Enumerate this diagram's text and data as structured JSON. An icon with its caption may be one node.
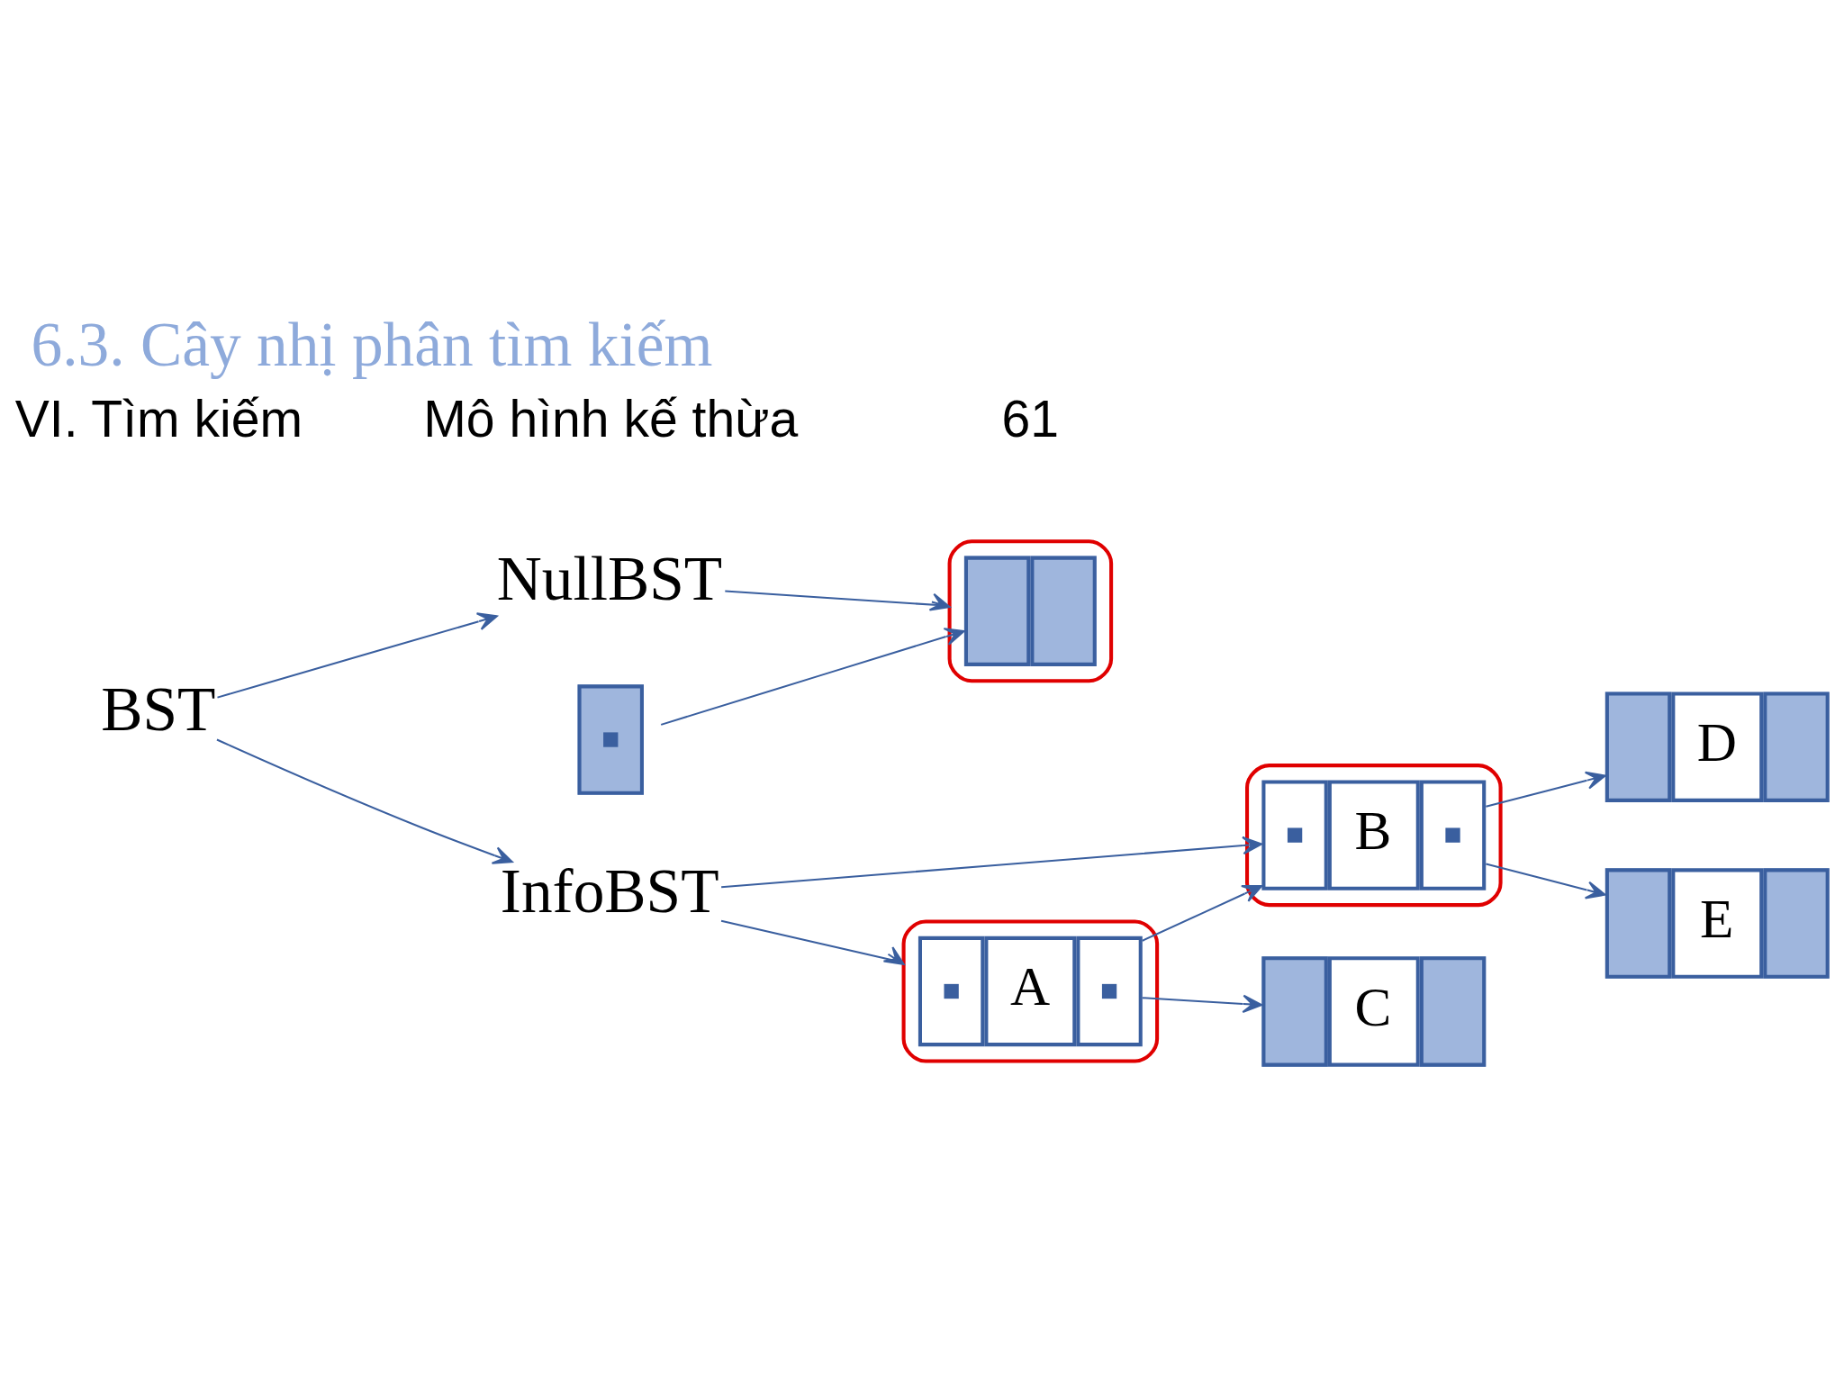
{
  "diagram": {
    "title": "6.3. Cây nhị phân tìm kiếm",
    "nodes": [
      {
        "text": [
          "BST"
        ]
      },
      {
        "text": [
          "NullBST"
        ]
      },
      {
        "text": [],
        "shape": "ellipse"
      },
      {
        "text": [],
        "shape": "box",
        "in": 2
      },
      {
        "text": [],
        "shape": "box"
      },
      {
        "text": [
          "InfoBST"
        ]
      },
      {
        "text": [],
        "shape": "ellipse"
      },
      {
        "text": [
          "A"
        ],
        "in": 6
      },
      {
        "text": [],
        "shape": "ellipse"
      },
      {
        "text": [
          "B"
        ],
        "in": 8
      },
      {
        "text": [
          "C"
        ]
      },
      {
        "text": [
          "D"
        ]
      },
      {
        "text": [
          "E"
        ]
      }
    ],
    "edges": [
      {
        "from": 0,
        "to": 1,
        "arrow": "to"
      },
      {
        "from": 0,
        "to": 5,
        "arrow": "to"
      },
      {
        "from": 1,
        "to": 2,
        "arrow": "to"
      },
      {
        "from": 4,
        "to": 3,
        "arrow": "to"
      },
      {
        "from": 5,
        "to": 6,
        "arrow": "to"
      },
      {
        "from": 5,
        "to": 9,
        "arrow": "to"
      },
      {
        "from": 7,
        "to": 9,
        "arrow": "to"
      },
      {
        "from": 7,
        "to": 10,
        "arrow": "to"
      },
      {
        "from": 9,
        "to": 11,
        "arrow": "to"
      },
      {
        "from": 9,
        "to": 12,
        "arrow": "to"
      }
    ],
    "labels": [
      "VI. Tìm kiếm",
      "Mô hình kế thừa",
      "61"
    ]
  }
}
